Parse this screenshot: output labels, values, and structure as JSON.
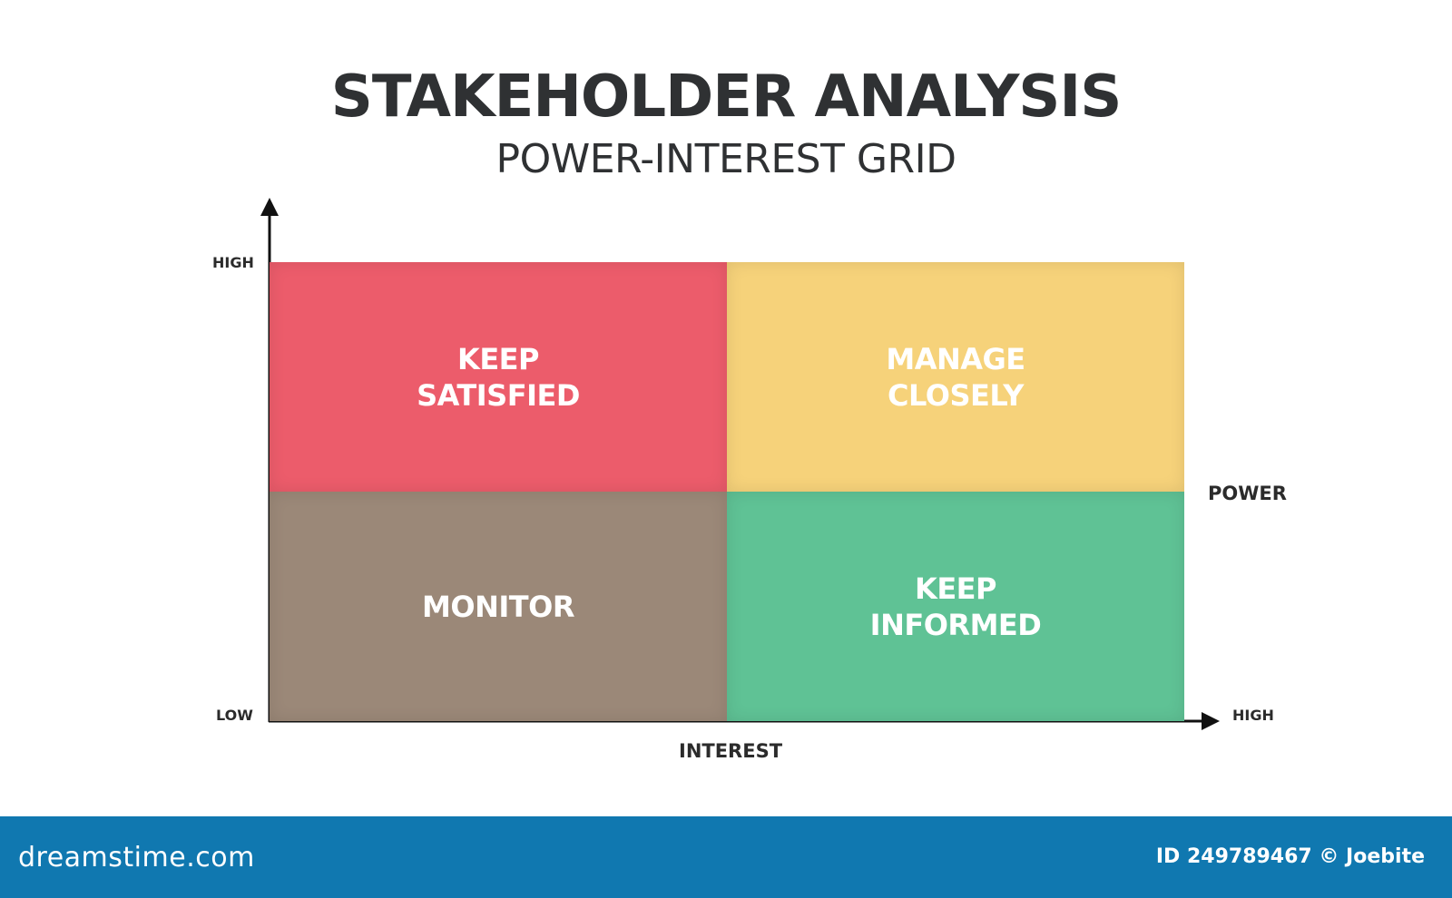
{
  "header": {
    "title": "STAKEHOLDER ANALYSIS",
    "subtitle": "POWER-INTEREST GRID"
  },
  "grid": {
    "y_axis": {
      "high": "HIGH",
      "low": "LOW",
      "label": "POWER"
    },
    "x_axis": {
      "high": "HIGH",
      "label": "INTEREST"
    },
    "quadrants": {
      "keep_satisfied": {
        "line1": "KEEP",
        "line2": "SATISFIED",
        "color": "#ec5c6b"
      },
      "manage_closely": {
        "line1": "MANAGE",
        "line2": "CLOSELY",
        "color": "#f6d27a"
      },
      "monitor": {
        "line1": "MONITOR",
        "color": "#9b8878"
      },
      "keep_informed": {
        "line1": "KEEP",
        "line2": "INFORMED",
        "color": "#5fc295"
      }
    }
  },
  "footer": {
    "brand": "dreamstime.com",
    "credit": "ID 249789467 © Joebite",
    "color": "#1078b0"
  }
}
